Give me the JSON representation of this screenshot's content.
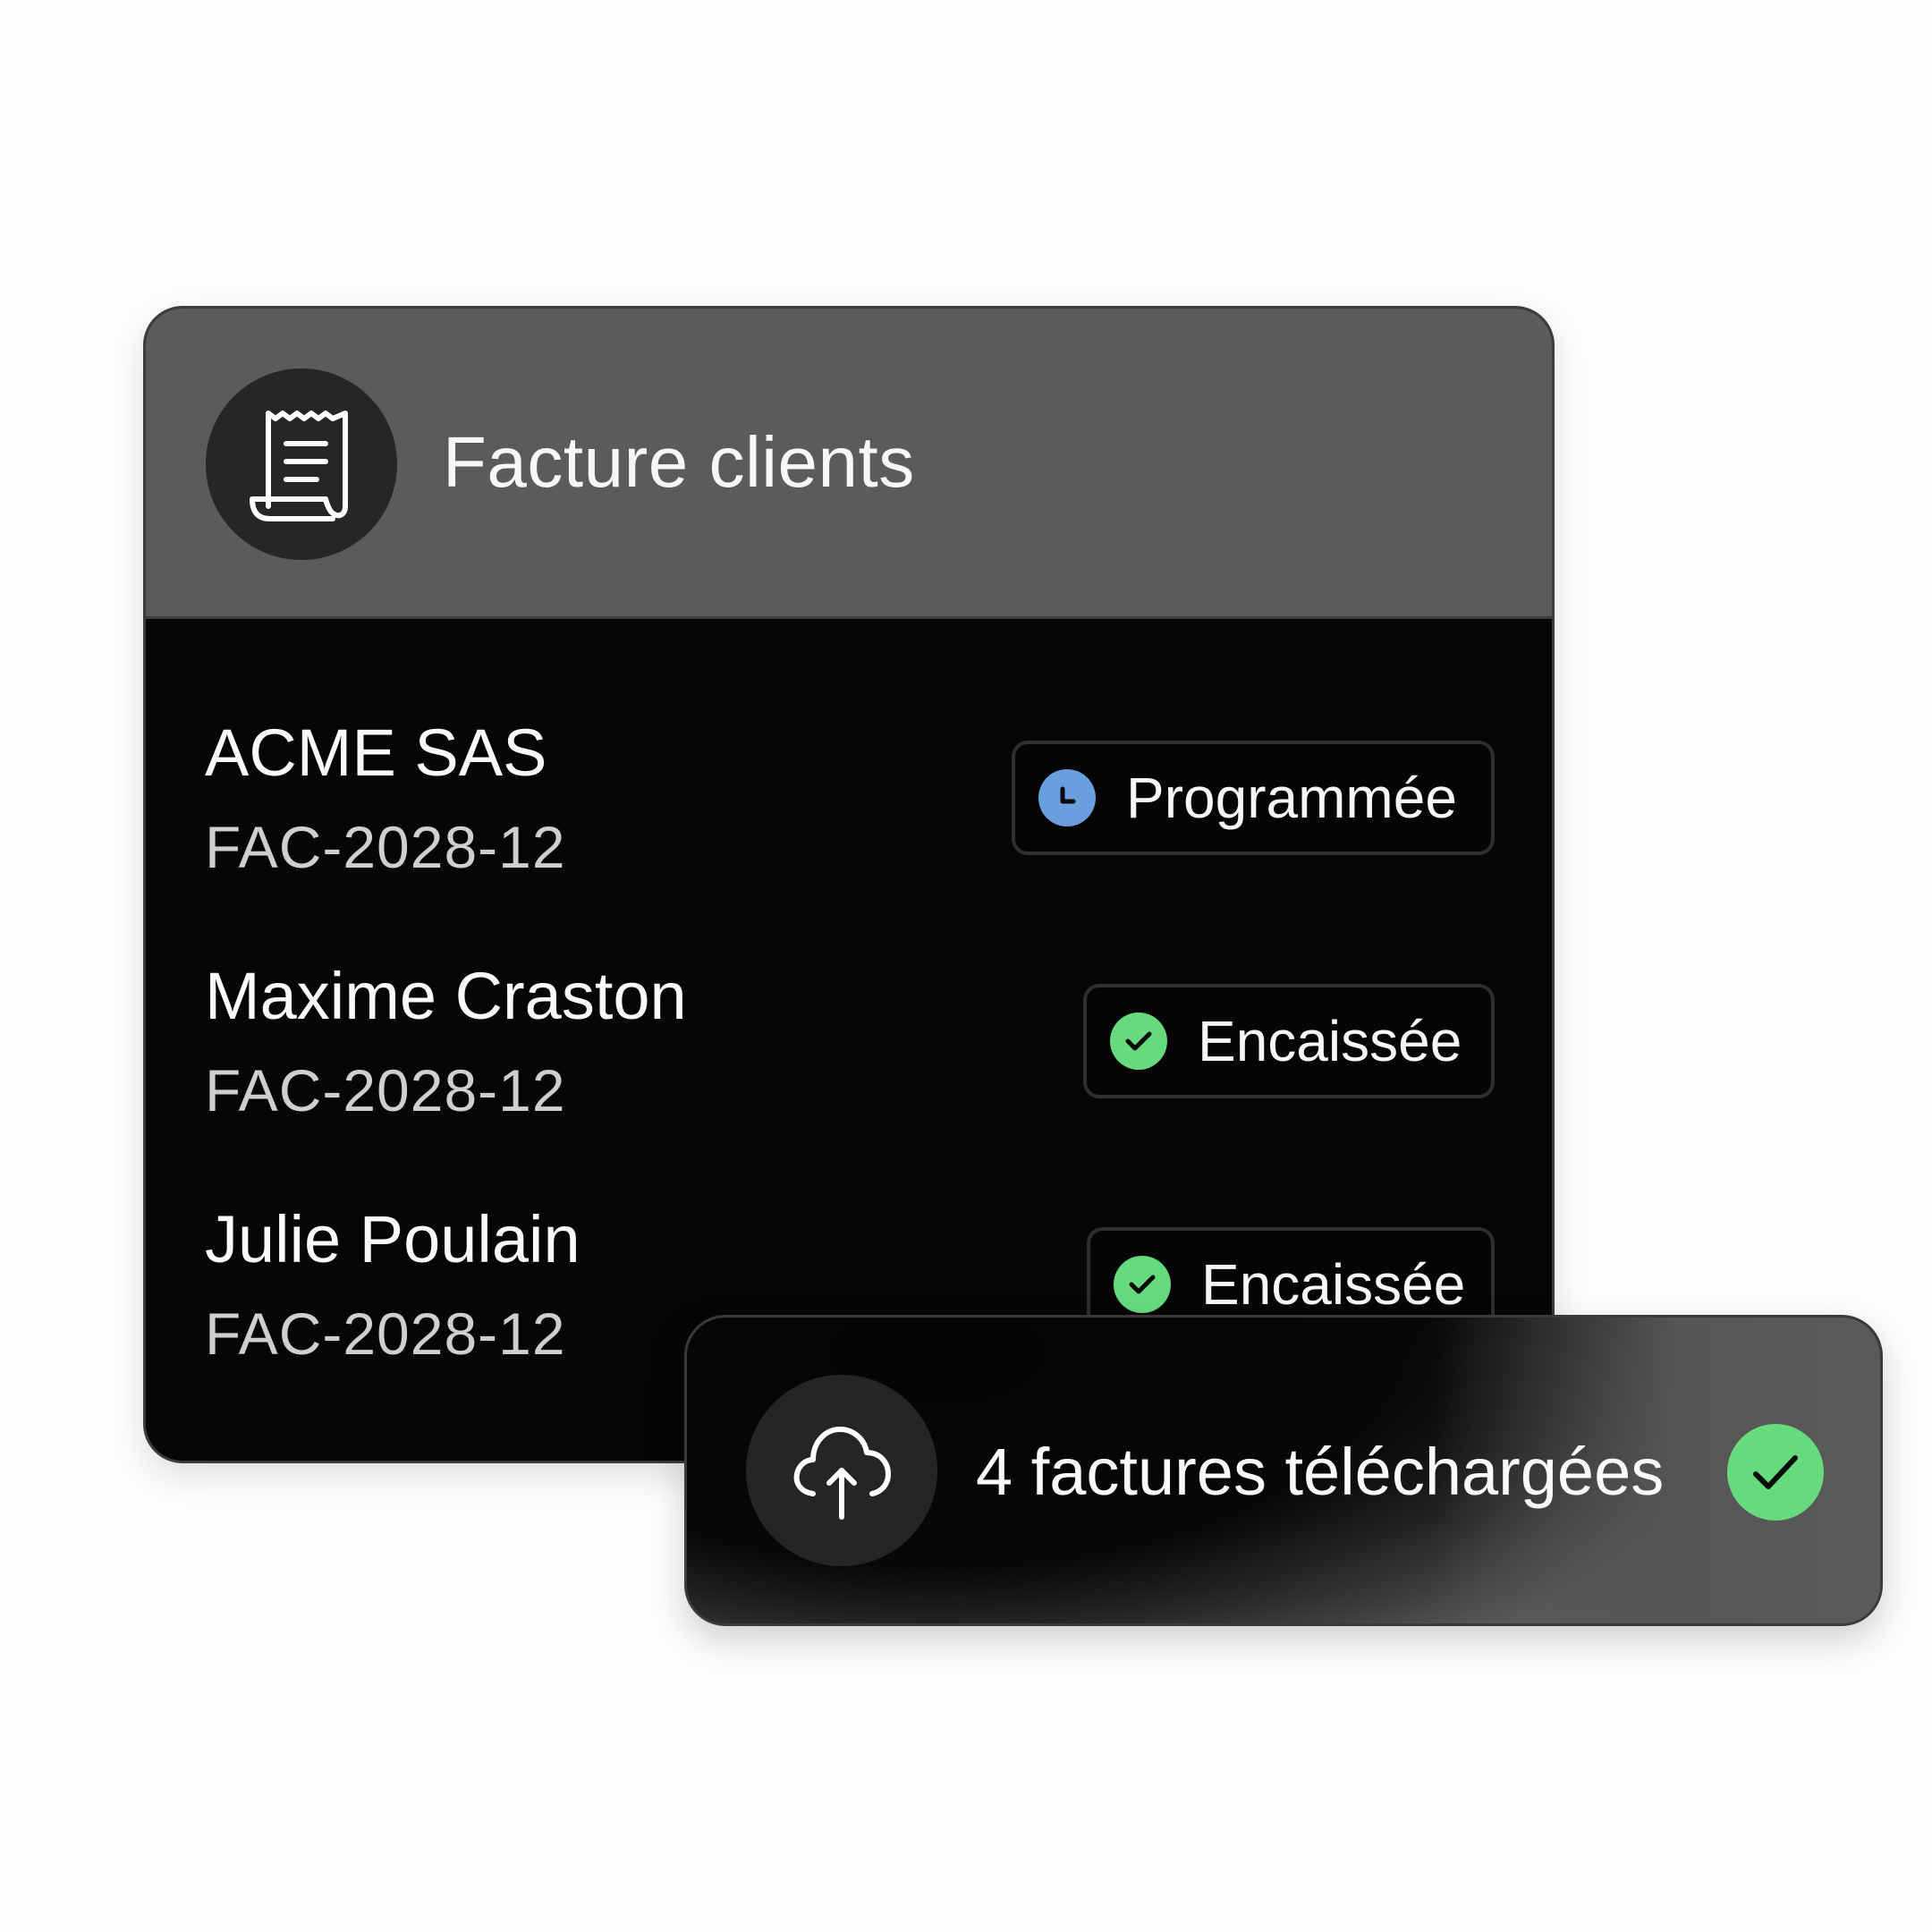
{
  "card": {
    "title": "Facture clients",
    "icon": "receipt-icon",
    "rows": [
      {
        "name": "ACME SAS",
        "invoice_id": "FAC-2028-12",
        "status": "Programmée",
        "status_icon": "clock-icon",
        "status_color": "#6a9fdf"
      },
      {
        "name": "Maxime Craston",
        "invoice_id": "FAC-2028-12",
        "status": "Encaissée",
        "status_icon": "check-circle-icon",
        "status_color": "#66db7e"
      },
      {
        "name": "Julie Poulain",
        "invoice_id": "FAC-2028-12",
        "status": "Encaissée",
        "status_icon": "check-circle-icon",
        "status_color": "#66db7e"
      }
    ]
  },
  "toast": {
    "icon": "cloud-upload-icon",
    "message": "4 factures téléchargées",
    "status_icon": "check-circle-icon",
    "status_color": "#66db7e"
  }
}
